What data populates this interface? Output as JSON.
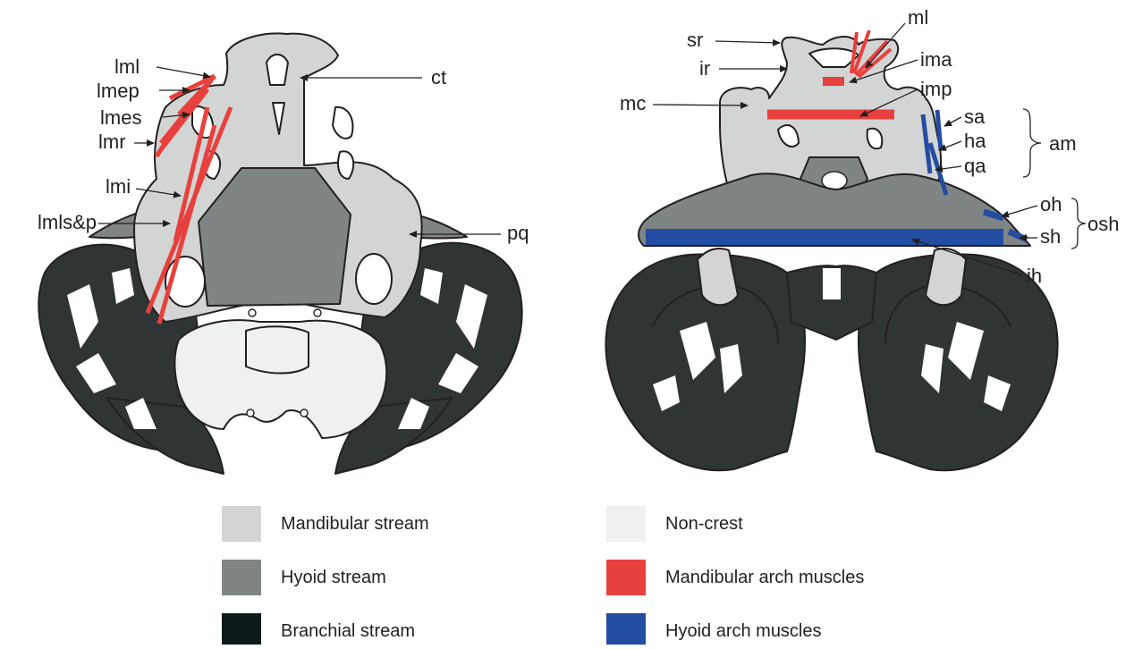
{
  "colors": {
    "mandibular_stream": "#d3d4d4",
    "hyoid_stream": "#7f8585",
    "branchial_stream": "#2f3535",
    "non_crest": "#eef0f1",
    "mandibular_muscle": "#e8413d",
    "hyoid_muscle": "#234da2",
    "outline": "#231f20"
  },
  "left_panel": {
    "labels": {
      "lml": "lml",
      "lmep": "lmep",
      "lmes": "lmes",
      "lmr": "lmr",
      "lmi": "lmi",
      "lmls_p": "lmls&p",
      "ct": "ct",
      "pq": "pq"
    }
  },
  "right_panel": {
    "labels": {
      "sr": "sr",
      "ml": "ml",
      "ir": "ir",
      "ima": "ima",
      "imp": "imp",
      "mc": "mc",
      "sa": "sa",
      "ha": "ha",
      "qa": "qa",
      "am": "am",
      "oh": "oh",
      "osh": "osh",
      "sh": "sh",
      "ih": "ih"
    }
  },
  "legend": [
    {
      "label": "Mandibular stream",
      "color_key": "mandibular_stream"
    },
    {
      "label": "Non-crest",
      "color_key": "non_crest"
    },
    {
      "label": "Hyoid stream",
      "color_key": "hyoid_stream"
    },
    {
      "label": "Mandibular arch muscles",
      "color_key": "mandibular_muscle"
    },
    {
      "label": "Branchial stream",
      "color_key": "branchial_stream"
    },
    {
      "label": "Hyoid arch muscles",
      "color_key": "hyoid_muscle"
    }
  ]
}
